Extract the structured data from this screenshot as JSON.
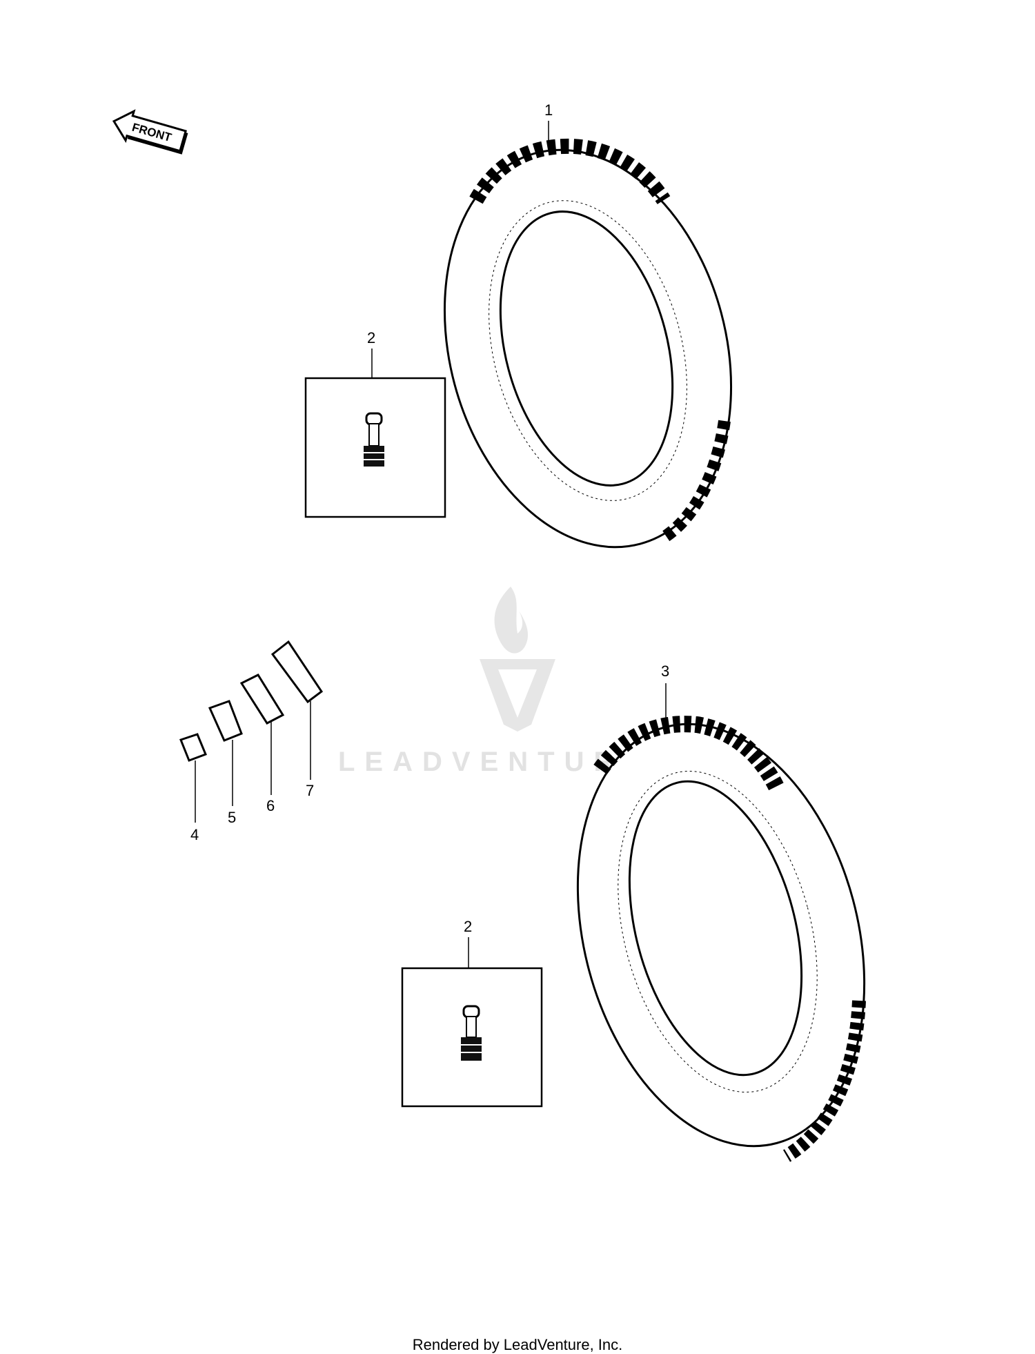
{
  "front_arrow_label": "FRONT",
  "callouts": {
    "tire_front": "1",
    "valve_upper": "2",
    "tire_rear": "3",
    "patch_4": "4",
    "patch_5": "5",
    "patch_6": "6",
    "patch_7": "7",
    "valve_lower": "2"
  },
  "watermark": "LEADVENTURE",
  "footer": "Rendered by LeadVenture, Inc."
}
